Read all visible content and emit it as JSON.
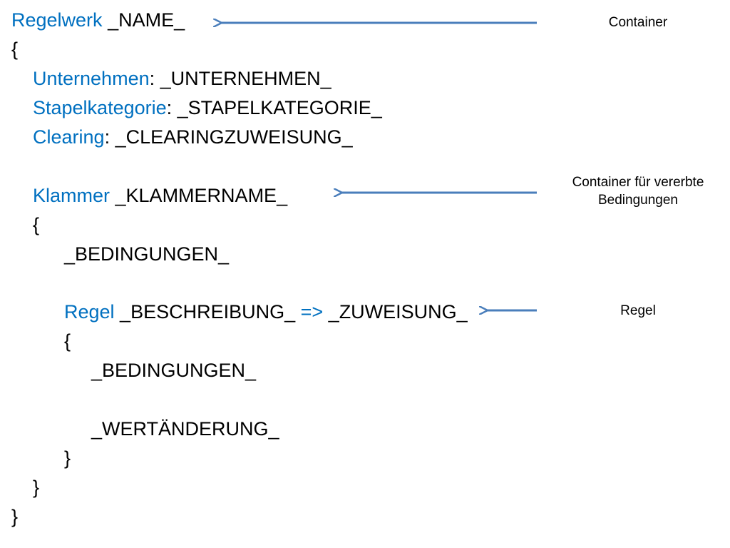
{
  "colors": {
    "keyword": "#0070c0",
    "text": "#000000",
    "arrow": "#4a7ebb",
    "background": "#ffffff"
  },
  "code": {
    "l1": {
      "kw": "Regelwerk",
      "rest": " _NAME_"
    },
    "l2": {
      "text": "{"
    },
    "l3": {
      "kw": "Unternehmen",
      "rest": ": _UNTERNEHMEN_"
    },
    "l4": {
      "kw": "Stapelkategorie",
      "rest": ": _STAPELKATEGORIE_"
    },
    "l5": {
      "kw": "Clearing",
      "rest": ": _CLEARINGZUWEISUNG_"
    },
    "l6": {
      "kw": "Klammer",
      "rest": " _KLAMMERNAME_"
    },
    "l7": {
      "text": "{"
    },
    "l8": {
      "text": "_BEDINGUNGEN_"
    },
    "l9": {
      "kw": "Regel",
      "mid": " _BESCHREIBUNG_ ",
      "op": "=>",
      "rest": " _ZUWEISUNG_"
    },
    "l10": {
      "text": "{"
    },
    "l11": {
      "text": "_BEDINGUNGEN_"
    },
    "l12": {
      "text": "_WERTÄNDERUNG_"
    },
    "l13": {
      "text": "}"
    },
    "l14": {
      "text": "}"
    },
    "l15": {
      "text": "}"
    }
  },
  "annotations": {
    "container": "Container",
    "inherited_line1": "Container für vererbte",
    "inherited_line2": "Bedingungen",
    "rule": "Regel"
  }
}
